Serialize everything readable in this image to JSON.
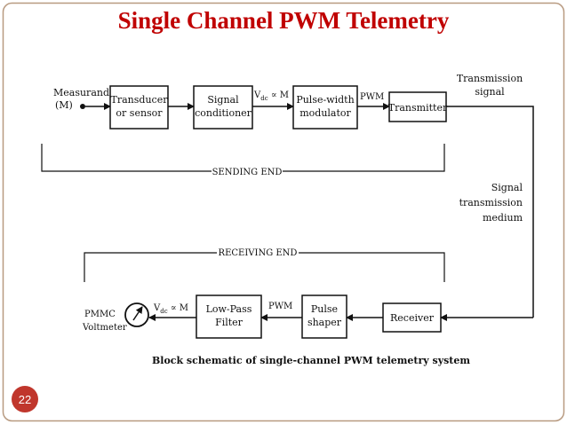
{
  "title": "Single Channel PWM Telemetry",
  "page_number": "22",
  "colors": {
    "title": "#c00000",
    "frame": "#b89a80",
    "badge": "#c0362c",
    "ink": "#111111"
  },
  "sending": {
    "input_label_1": "Measurand",
    "input_label_2": "(M)",
    "blocks": [
      {
        "line1": "Transducer",
        "line2": "or sensor"
      },
      {
        "line1": "Signal",
        "line2": "conditioner"
      },
      {
        "line1": "Pulse-width",
        "line2": "modulator"
      },
      {
        "line1": "Transmitter",
        "line2": ""
      }
    ],
    "vdc_label": "V",
    "vdc_sub": "dc",
    "vdc_rest": " ∝ M",
    "pwm_label": "PWM",
    "output_label_1": "Transmission",
    "output_label_2": "signal",
    "section_label": "SENDING END"
  },
  "medium": {
    "line1": "Signal",
    "line2": "transmission",
    "line3": "medium"
  },
  "receiving": {
    "section_label": "RECEIVING END",
    "blocks": [
      {
        "line1": "Receiver",
        "line2": ""
      },
      {
        "line1": "Pulse",
        "line2": "shaper"
      },
      {
        "line1": "Low-Pass",
        "line2": "Filter"
      }
    ],
    "pwm_label": "PWM",
    "vdc_label": "V",
    "vdc_sub": "dc",
    "vdc_rest": " ∝ M",
    "meter_label_1": "PMMC",
    "meter_label_2": "Voltmeter"
  },
  "caption": "Block schematic of single-channel PWM telemetry system"
}
